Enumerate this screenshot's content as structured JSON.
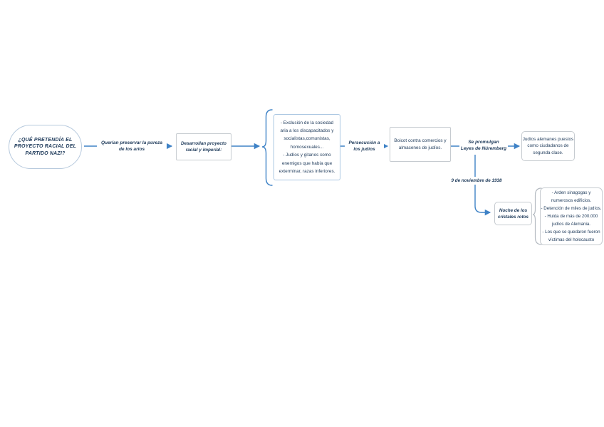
{
  "flowchart": {
    "start_question": "¿QUÉ PRETENDÍA EL\nPROYECTO RACIAL DEL\nPARTIDO NAZI?",
    "edge_labels": {
      "preserve_purity": "Querían preservar la pureza\nde los arios",
      "persecution": "Persecución a\nlos judíos",
      "nuremberg": "Se promulgan\nLeyes de Núremberg",
      "date_1938": "9 de noviembre de 1938"
    },
    "nodes": {
      "racial_project": "Desarrollan proyecto\nracial y imperial:",
      "exclusion_details": "- Exclusión de la sociedad\naria a los discapacitados y\nsocialistas,comunistas,\nhomosexuales...\n- Judíos y gitanos como\nenemigos que había que\nexterminar, razas inferiores.",
      "boycott": "Boicot contra comercios y\nalmacenes de judíos.",
      "second_class": "Judíos alemanes puestos\ncomo ciudadanos de\nsegunda clase.",
      "kristallnacht": "Noche de los\ncristales rotos",
      "kristallnacht_details": "- Arden sinagogas y\nnumerosos edificios.\n- Detención de miles de judíos.\n- Huida de más de 200.000\njudíos de Alemania.\n- Los que se quedaron fueron\nvíctimas del holocausto"
    },
    "colors": {
      "connector_blue": "#3e82c6",
      "text_navy": "#1e3a5a",
      "brace_gray": "#b4bac1",
      "box_border_gray": "#c6cbd0",
      "box_border_lightblue": "#abc7e2",
      "ellipse_border": "#b6c9dd"
    }
  }
}
